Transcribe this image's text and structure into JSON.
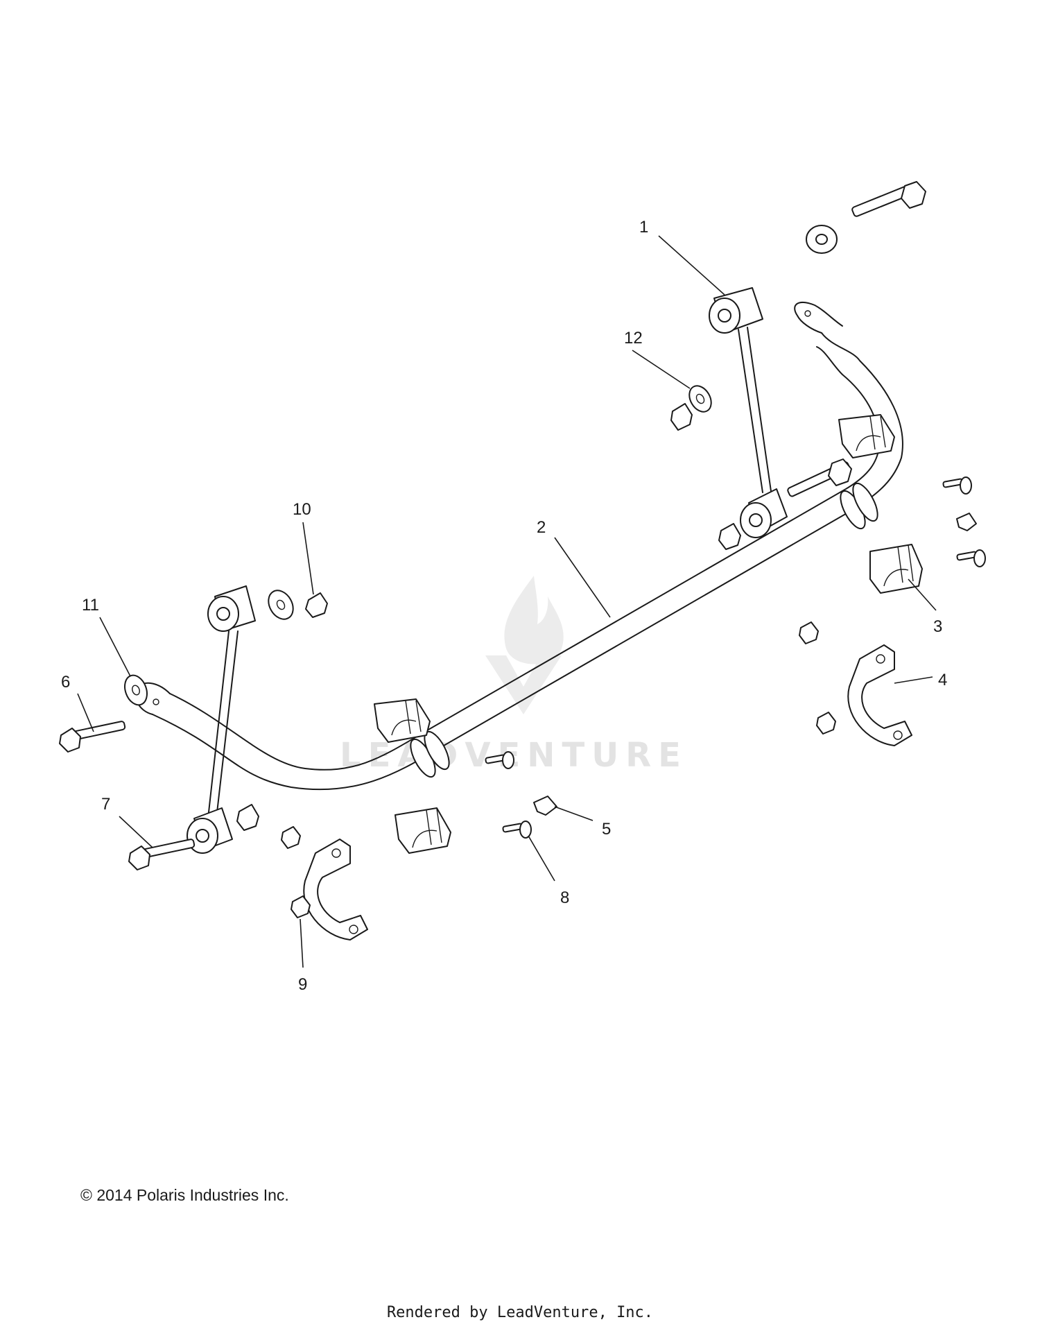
{
  "diagram": {
    "callouts": [
      {
        "number": "1"
      },
      {
        "number": "2"
      },
      {
        "number": "3"
      },
      {
        "number": "4"
      },
      {
        "number": "5"
      },
      {
        "number": "6"
      },
      {
        "number": "7"
      },
      {
        "number": "8"
      },
      {
        "number": "9"
      },
      {
        "number": "10"
      },
      {
        "number": "11"
      },
      {
        "number": "12"
      }
    ],
    "watermark": "LEADVENTURE"
  },
  "footer": {
    "copyright": "© 2014 Polaris Industries Inc.",
    "rendered_by": "Rendered by LeadVenture, Inc."
  }
}
